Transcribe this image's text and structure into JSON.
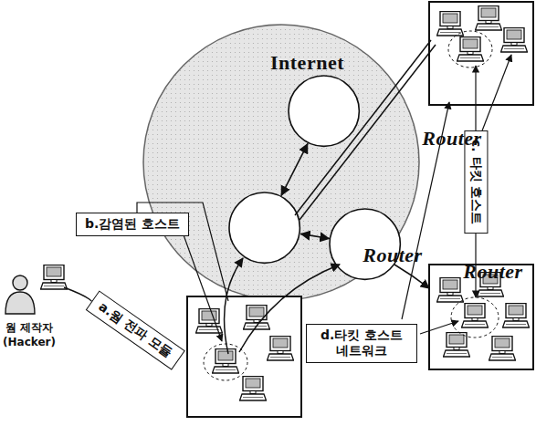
{
  "diagram": {
    "nodes": [
      {
        "text": [
          "Internet"
        ]
      },
      {
        "text": [
          "Router"
        ],
        "in": 0
      },
      {
        "text": [
          "Router"
        ],
        "in": 0
      },
      {
        "text": [
          "Router"
        ],
        "in": 0
      },
      {
        "text": [
          "b.감염된 호스트"
        ]
      },
      {
        "text": [
          "a.웜 전파 모듈"
        ]
      },
      {
        "text": [
          "c. 타킷 호스트"
        ]
      },
      {
        "text": [
          "d.타킷 호스트 네트워크"
        ]
      }
    ],
    "edges": [
      {
        "from": 1,
        "to": 2,
        "arrow": "both"
      },
      {
        "from": 2,
        "to": 3,
        "arrow": "both"
      }
    ],
    "labels": [
      "웜 제작자 (Hacker)"
    ]
  }
}
